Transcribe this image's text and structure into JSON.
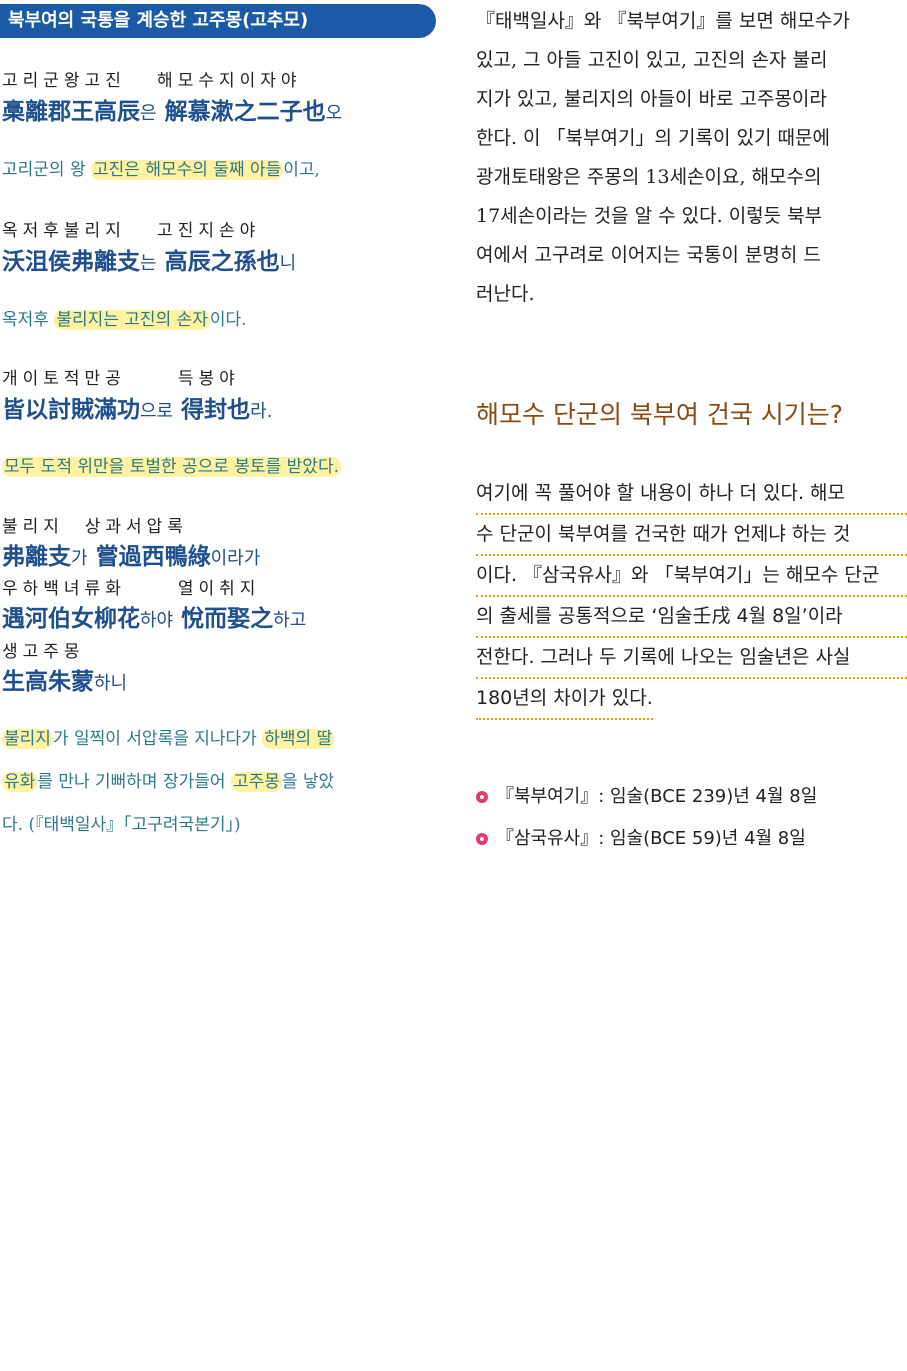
{
  "banner": "북부여의 국통을 계승한 고주몽(고추모)",
  "verses": [
    {
      "ruby": "고리군왕고진   해모수지이자야",
      "hanja": "槀離郡王高辰",
      "hanja_k1": "은",
      "hanja2": "解慕漱之二子也",
      "hanja_k2": "오",
      "trans_pre": "고리군의 왕 ",
      "trans_hl": "고진은 해모수의 둘째 아들",
      "trans_post": "이고,"
    },
    {
      "ruby": "옥저후불리지   고진지손야",
      "hanja": "沃沮侯弗離支",
      "hanja_k1": "는",
      "hanja2": "高辰之孫也",
      "hanja_k2": "니",
      "trans_pre": "옥저후 ",
      "trans_hl": "불리지는 고진의 손자",
      "trans_post": "이다."
    },
    {
      "ruby": "개이토적만공     득봉야",
      "hanja": "皆以討賊滿功",
      "hanja_k1": "으로",
      "hanja2": "得封也",
      "hanja_k2": "라.",
      "trans_pre": "",
      "trans_hl": "모두 도적 위만을 토벌한 공으로 봉토를 받았다.",
      "trans_post": ""
    }
  ],
  "verse4": {
    "ruby1": "불리지  상과서압록",
    "hanja1": "弗離支",
    "hanja1_k": "가",
    "hanja1b": "嘗過西鴨綠",
    "hanja1b_k": "이라가",
    "ruby2": "우하백녀류화     열이취지",
    "hanja2": "遇河伯女柳花",
    "hanja2_k": "하야",
    "hanja2b": "悅而娶之",
    "hanja2b_k": "하고",
    "ruby3": "생고주몽",
    "hanja3": "生高朱蒙",
    "hanja3_k": "하니"
  },
  "trans4": {
    "l1_hl1": "불리지",
    "l1_mid": "가 일찍이 서압록을 지나다가 ",
    "l1_hl2": "하백의 딸",
    "l2_hl1": "유화",
    "l2_mid": "를 만나 기뻐하며 장가들어 ",
    "l2_hl2": "고주몽",
    "l2_post": "을 낳았",
    "l3": "다. (『태백일사』「고구려국본기」)"
  },
  "right_para1": [
    "『태백일사』와 『북부여기』를 보면 해모수가",
    "있고, 그 아들 고진이 있고, 고진의 손자 불리",
    "지가 있고, 불리지의 아들이 바로 고주몽이라",
    "한다. 이 「북부여기」의 기록이 있기 때문에",
    "광개토태왕은 주몽의 13세손이요, 해모수의",
    "17세손이라는 것을 알 수 있다. 이렇듯 북부",
    "여에서 고구려로 이어지는 국통이 분명히 드",
    "러난다."
  ],
  "section_heading": "해모수 단군의 북부여 건국 시기는?",
  "right_para2": [
    "여기에 꼭 풀어야 할 내용이 하나 더 있다. 해모",
    "수 단군이 북부여를 건국한 때가 언제냐 하는 것",
    "이다. 『삼국유사』와 「북부여기」는 해모수 단군",
    "의 출세를 공통적으로 ‘임술壬戌 4월 8일’이라",
    "전한다. 그러나 두 기록에 나오는 임술년은 사실",
    "180년의 차이가 있다."
  ],
  "bullets": [
    "『북부여기』: 임술(BCE 239)년 4월 8일",
    "『삼국유사』: 임술(BCE 59)년 4월 8일"
  ]
}
